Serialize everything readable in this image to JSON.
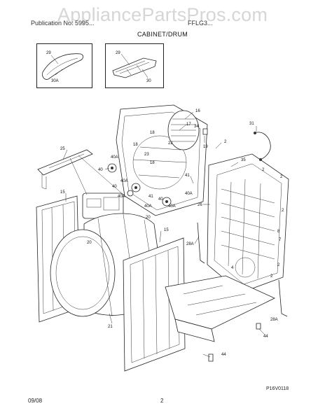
{
  "watermark": "AppliancePartsPros.com",
  "header": {
    "left_text": "Publication No: 5995...",
    "right_text": "FFLG3...",
    "section_title": "CABINET/DRUM"
  },
  "inset_left": {
    "labels": [
      "29",
      "30A"
    ]
  },
  "inset_right": {
    "labels": [
      "29",
      "30"
    ]
  },
  "callouts": {
    "c16": "16",
    "c17": "17",
    "c18a": "18",
    "c18b": "18",
    "c18c": "18",
    "c22": "22",
    "c23": "23",
    "c34": "34",
    "c19": "19",
    "c31": "31",
    "c2a": "2",
    "c2b": "2",
    "c2c": "2",
    "c2d": "2",
    "c2e": "2",
    "c2f": "2",
    "c35": "35",
    "c25": "25",
    "c40Aa": "40A",
    "c40Ab": "40A",
    "c40a": "40",
    "c40b": "40",
    "c40c": "40",
    "c41a": "41",
    "c41b": "41",
    "c40Ac": "40A",
    "c40Ad": "40A",
    "c40Ae": "40A",
    "c40Af": "40A",
    "c15a": "15",
    "c15b": "15",
    "c20a": "20",
    "c20b": "20",
    "c26": "26",
    "c28a": "28A",
    "c28b": "28A",
    "c21": "21",
    "c4": "4",
    "c8": "8",
    "c7": "7",
    "c44a": "44",
    "c44b": "44"
  },
  "diagram_code": "P16V0118",
  "footer": {
    "date": "09/08",
    "page": "2"
  }
}
